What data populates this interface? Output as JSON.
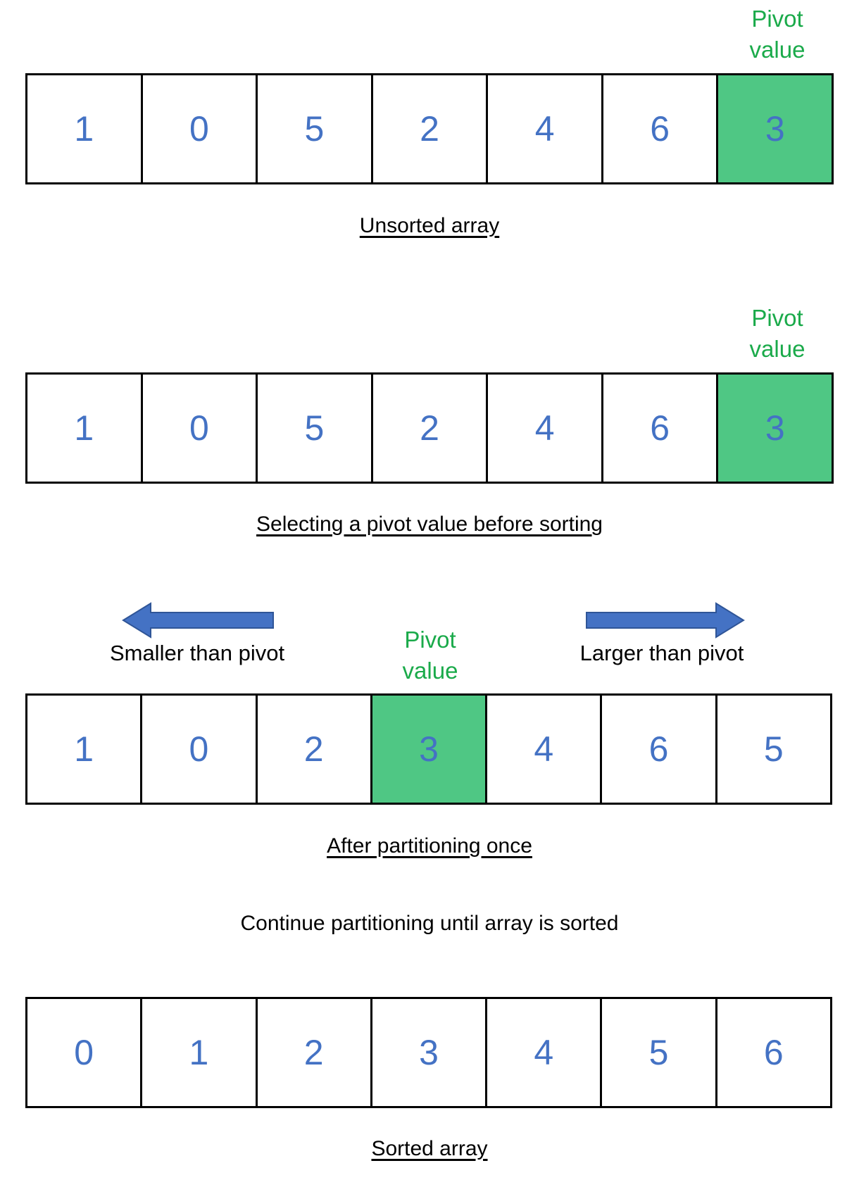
{
  "pivot_label": {
    "line1": "Pivot",
    "line2": "value"
  },
  "colors": {
    "cell_text": "#4472c4",
    "pivot_fill": "#4fc784",
    "pivot_label": "#1aaa4a",
    "arrow": "#4472c4"
  },
  "steps": [
    {
      "caption": "Unsorted array",
      "cells": [
        "1",
        "0",
        "5",
        "2",
        "4",
        "6",
        "3"
      ],
      "pivot_index": 6
    },
    {
      "caption": "Selecting a pivot value before sorting",
      "cells": [
        "1",
        "0",
        "5",
        "2",
        "4",
        "6",
        "3"
      ],
      "pivot_index": 6
    },
    {
      "caption": "After partitioning once",
      "cells": [
        "1",
        "0",
        "2",
        "3",
        "4",
        "6",
        "5"
      ],
      "pivot_index": 3
    },
    {
      "caption": "Sorted array",
      "cells": [
        "0",
        "1",
        "2",
        "3",
        "4",
        "5",
        "6"
      ],
      "pivot_index": -1
    }
  ],
  "arrows": {
    "left_label": "Smaller than pivot",
    "right_label": "Larger than pivot",
    "left_icon": "arrow-left-icon",
    "right_icon": "arrow-right-icon"
  },
  "continue_note": "Continue partitioning until array is sorted"
}
